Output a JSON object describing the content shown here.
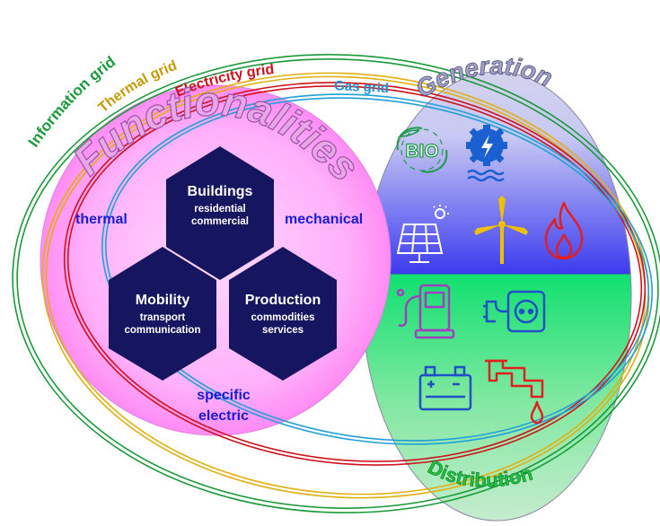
{
  "grids": {
    "information": "Information grid",
    "thermal": "Thermal grid",
    "electricity": "Electricity grid",
    "gas": "Gas grid"
  },
  "supply": {
    "generation": "Generation",
    "distribution": "Distribution",
    "generation_icons": [
      "bio-icon",
      "hydro-turbine-icon",
      "solar-panel-icon",
      "wind-turbine-icon",
      "flame-icon"
    ],
    "bio_label": "BIO",
    "distribution_icons": [
      "fuel-pump-icon",
      "power-socket-icon",
      "battery-icon",
      "water-tap-icon"
    ]
  },
  "functionalities": {
    "title": "Functionalities",
    "thermal": "thermal",
    "mechanical": "mechanical",
    "specific_line1": "specific",
    "specific_line2": "electric",
    "buildings": {
      "title": "Buildings",
      "line1": "residential",
      "line2": "commercial"
    },
    "mobility": {
      "title": "Mobility",
      "line1": "transport",
      "line2": "communication"
    },
    "production": {
      "title": "Production",
      "line1": "commodities",
      "line2": "services"
    }
  },
  "colors": {
    "information": "#1a9a3a",
    "thermal": "#e0b010",
    "electricity": "#d0101a",
    "gas": "#20a0d8",
    "hexagon": "#161660",
    "label_blue": "#1a1ad8",
    "title_pink": "#d070b8"
  }
}
